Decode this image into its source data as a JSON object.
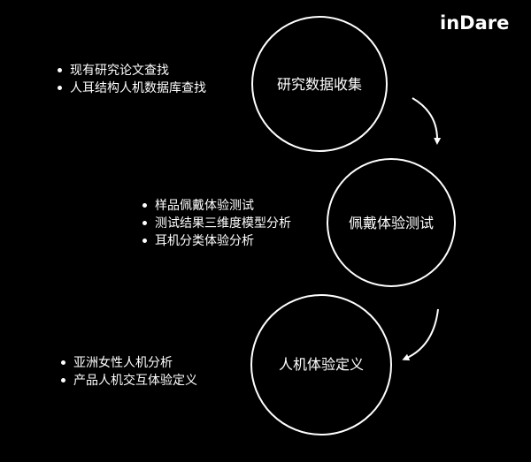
{
  "brand": {
    "logo_text": "inDare"
  },
  "steps": [
    {
      "label": "研究数据收集",
      "items": [
        "现有研究论文查找",
        "人耳结构人机数据库查找"
      ]
    },
    {
      "label": "佩戴体验测试",
      "items": [
        "样品佩戴体验测试",
        "测试结果三维度模型分析",
        "耳机分类体验分析"
      ]
    },
    {
      "label": "人机体验定义",
      "items": [
        "亚洲女性人机分析",
        "产品人机交互体验定义"
      ]
    }
  ],
  "colors": {
    "background": "#000000",
    "foreground": "#ffffff"
  }
}
